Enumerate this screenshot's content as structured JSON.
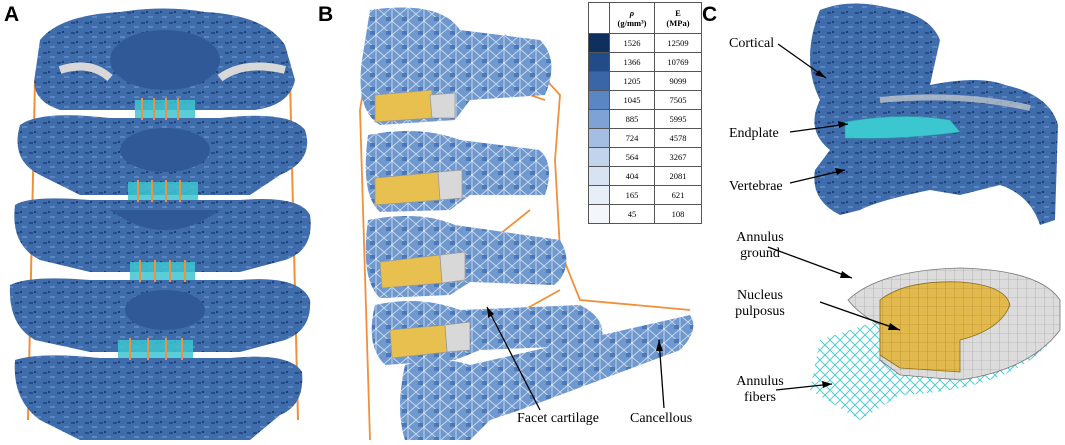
{
  "panels": {
    "a": {
      "letter": "A"
    },
    "b": {
      "letter": "B",
      "label_facet": "Facet cartilage",
      "label_cancellous": "Cancellous"
    },
    "c": {
      "letter": "C",
      "label_cortical": "Cortical",
      "label_endplate": "Endplate",
      "label_vertebrae": "Vertebrae",
      "label_annulus_ground_1": "Annulus",
      "label_annulus_ground_2": "ground",
      "label_nucleus_1": "Nucleus",
      "label_nucleus_2": "pulposus",
      "label_annulus_fibers_1": "Annulus",
      "label_annulus_fibers_2": "fibers"
    }
  },
  "legend": {
    "header_rho_symbol": "ρ",
    "header_rho_unit": "(g/mm³)",
    "header_e_symbol": "E",
    "header_e_unit": "(MPa)",
    "rows": [
      {
        "rho": "1526",
        "e": "12509",
        "color": "#0f2f5c"
      },
      {
        "rho": "1366",
        "e": "10769",
        "color": "#234b87"
      },
      {
        "rho": "1205",
        "e": "9099",
        "color": "#3a66a8"
      },
      {
        "rho": "1045",
        "e": "7505",
        "color": "#5a86c4"
      },
      {
        "rho": "885",
        "e": "5995",
        "color": "#7ea2d6"
      },
      {
        "rho": "724",
        "e": "4578",
        "color": "#a3bde3"
      },
      {
        "rho": "564",
        "e": "3267",
        "color": "#c2d3ec"
      },
      {
        "rho": "404",
        "e": "2081",
        "color": "#d7e2f2"
      },
      {
        "rho": "165",
        "e": "621",
        "color": "#e7eef8"
      },
      {
        "rho": "45",
        "e": "108",
        "color": "#f3f6fb"
      }
    ]
  },
  "colors": {
    "bone_dark": "#2f5a97",
    "bone_mid": "#4a78b8",
    "bone_light": "#7da3d6",
    "ligament": "#f0903a",
    "endplate": "#3cc6cf",
    "cartilage": "#e8c050",
    "disc_grey": "#d8d8d8"
  }
}
